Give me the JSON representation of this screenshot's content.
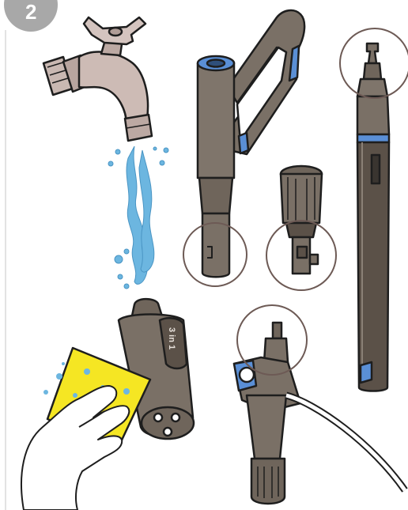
{
  "step": {
    "number": "2"
  },
  "labels": {
    "device_label": "3 in 1"
  },
  "colors": {
    "badge": "#a8a8a8",
    "body_gray": "#7a7066",
    "body_dark": "#5b5148",
    "accent_blue": "#5a8fd6",
    "water_blue": "#6cb6e0",
    "sponge_yellow": "#f5e623",
    "faucet": "#c7b5b0",
    "outline": "#1e1e1e"
  },
  "icons": [
    "faucet-icon",
    "water-stream",
    "wand-handle",
    "pole-connector",
    "extension-pole",
    "three-in-one-cleaner",
    "sponge",
    "hand",
    "hose-nozzle"
  ]
}
